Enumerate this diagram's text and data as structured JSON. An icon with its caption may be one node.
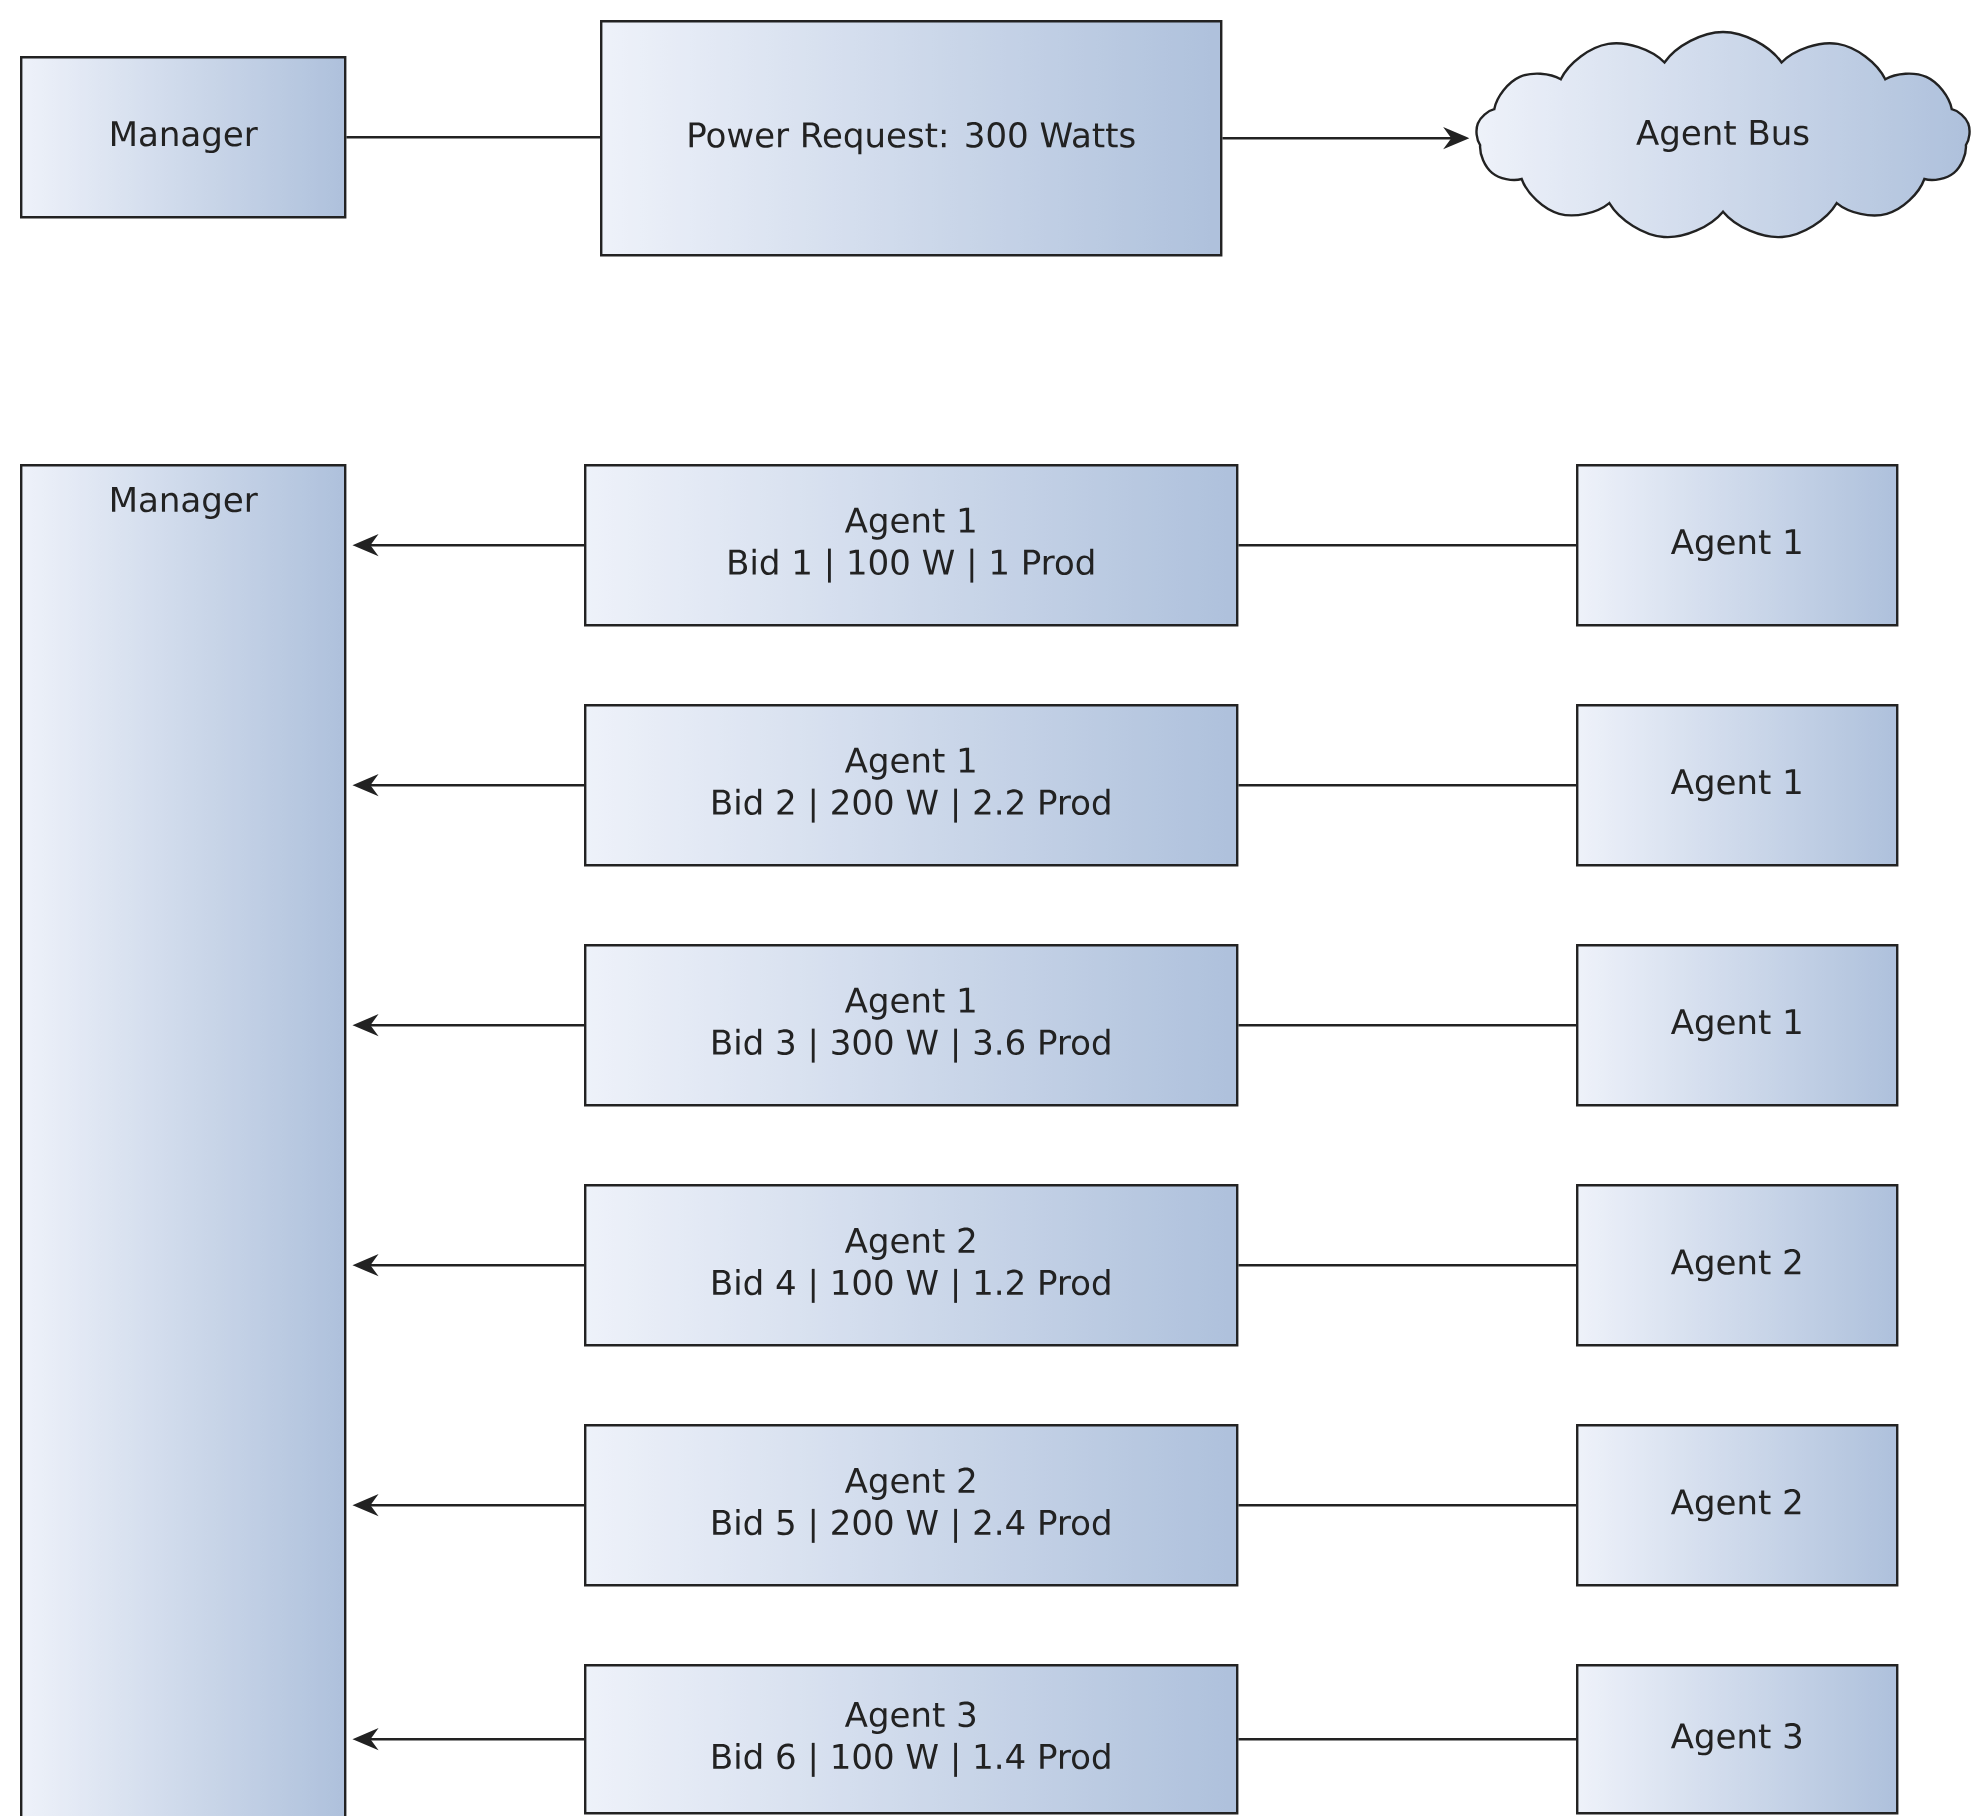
{
  "diagram": {
    "nodes": [
      {
        "text": [
          "Manager"
        ]
      },
      {
        "text": [
          "Power Request: 300 Watts"
        ]
      },
      {
        "text": [
          "Agent Bus"
        ]
      },
      {
        "text": [
          "Manager"
        ]
      },
      {
        "text": [
          "Agent 1",
          "Bid 1 | 100 W | 1 Prod"
        ]
      },
      {
        "text": [
          "Agent 1"
        ]
      },
      {
        "text": [
          "Agent 1",
          "Bid 2 | 200 W | 2.2 Prod"
        ]
      },
      {
        "text": [
          "Agent 1"
        ]
      },
      {
        "text": [
          "Agent 1",
          "Bid 3 | 300 W | 3.6 Prod"
        ]
      },
      {
        "text": [
          "Agent 1"
        ]
      },
      {
        "text": [
          "Agent 2",
          "Bid 4 | 100 W | 1.2 Prod"
        ]
      },
      {
        "text": [
          "Agent 2"
        ]
      },
      {
        "text": [
          "Agent 2",
          "Bid 5 | 200 W | 2.4 Prod"
        ]
      },
      {
        "text": [
          "Agent 2"
        ]
      },
      {
        "text": [
          "Agent 3",
          "Bid 6 | 100 W | 1.4 Prod"
        ]
      },
      {
        "text": [
          "Agent 3"
        ]
      }
    ],
    "edges": [
      {
        "from": 0,
        "to": 1,
        "arrow": "none"
      },
      {
        "from": 1,
        "to": 2,
        "arrow": "to"
      },
      {
        "from": 5,
        "to": 4,
        "arrow": "none"
      },
      {
        "from": 4,
        "to": 3,
        "arrow": "to"
      },
      {
        "from": 7,
        "to": 6,
        "arrow": "none"
      },
      {
        "from": 6,
        "to": 3,
        "arrow": "to"
      },
      {
        "from": 9,
        "to": 8,
        "arrow": "none"
      },
      {
        "from": 8,
        "to": 3,
        "arrow": "to"
      },
      {
        "from": 11,
        "to": 10,
        "arrow": "none"
      },
      {
        "from": 10,
        "to": 3,
        "arrow": "to"
      },
      {
        "from": 13,
        "to": 12,
        "arrow": "none"
      },
      {
        "from": 12,
        "to": 3,
        "arrow": "to"
      },
      {
        "from": 15,
        "to": 14,
        "arrow": "none"
      },
      {
        "from": 14,
        "to": 3,
        "arrow": "to"
      }
    ]
  }
}
